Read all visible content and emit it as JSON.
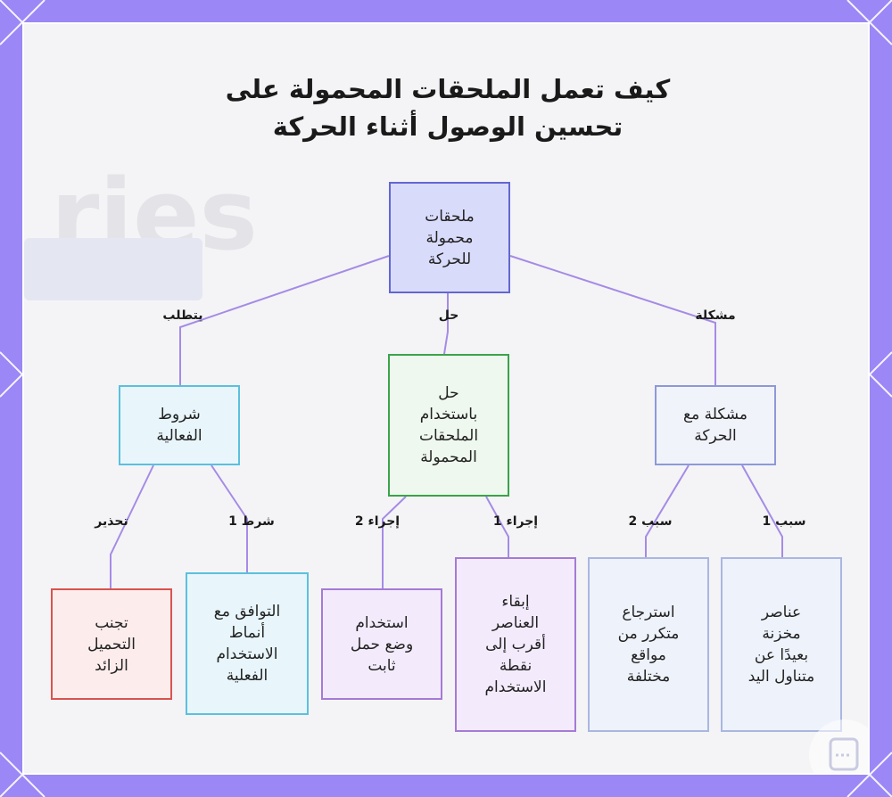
{
  "title_lines": [
    "كيف تعمل الملحقات المحمولة على",
    "تحسين الوصول أثناء الحركة"
  ],
  "colors": {
    "frame": "#9b87f5",
    "edge": "#a58be6",
    "root_fill": "#d9dbfb",
    "root_border": "#6366d0",
    "req_fill": "#e8f6fb",
    "req_border": "#5bc0de",
    "sol_fill": "#eef8ee",
    "sol_border": "#3aa34a",
    "prob_fill": "#f1f3fb",
    "prob_border": "#8d99d8",
    "red_fill": "#fdecec",
    "red_border": "#d9534f",
    "purple_fill": "#f3ebfc",
    "purple_border": "#a57ad6",
    "blue_fill": "#eef2fb",
    "blue_border": "#a9b7e0"
  },
  "nodes": {
    "root": [
      "ملحقات",
      "محمولة",
      "للحركة"
    ],
    "requirements": [
      "شروط",
      "الفعالية"
    ],
    "solution": [
      "حل",
      "باستخدام",
      "الملحقات",
      "المحمولة"
    ],
    "problem": [
      "مشكلة مع",
      "الحركة"
    ],
    "avoid": [
      "تجنب",
      "التحميل",
      "الزائد"
    ],
    "compat": [
      "التوافق مع",
      "أنماط",
      "الاستخدام",
      "الفعلية"
    ],
    "fixed": [
      "استخدام",
      "وضع حمل",
      "ثابت"
    ],
    "closer": [
      "إبقاء",
      "العناصر",
      "أقرب إلى",
      "نقطة",
      "الاستخدام"
    ],
    "retrieve": [
      "استرجاع",
      "متكرر من",
      "مواقع",
      "مختلفة"
    ],
    "stored": [
      "عناصر",
      "مخزنة",
      "بعيدًا عن",
      "متناول اليد"
    ]
  },
  "edge_labels": {
    "requires": "يتطلب",
    "solution": "حل",
    "problem": "مشكلة",
    "warning": "تحذير",
    "condition1": "شرط 1",
    "action2": "إجراء 2",
    "action1": "إجراء 1",
    "cause2": "سبب 2",
    "cause1": "سبب 1"
  },
  "icons": {
    "corner": "calendar-icon"
  }
}
